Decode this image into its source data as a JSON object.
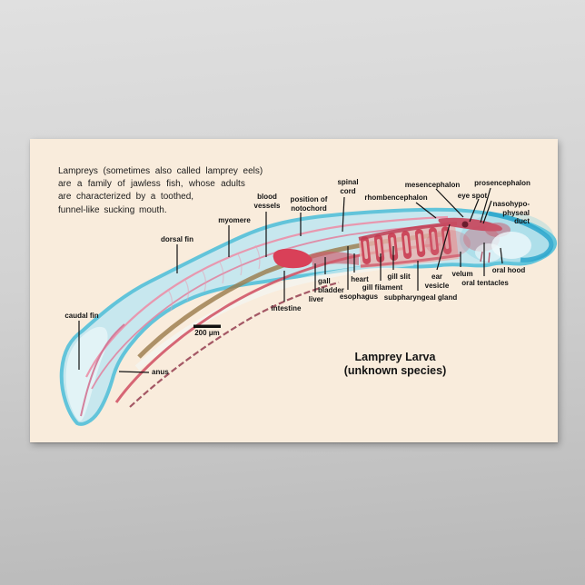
{
  "page": {
    "background_top": "#e0e0e0",
    "background_bottom": "#b8b8b8"
  },
  "poster": {
    "background_color": "#f9ecdc",
    "intro_lines": [
      "Lampreys (sometimes also called lamprey eels)",
      "are a family of jawless fish, whose adults",
      "are characterized by a toothed,",
      "funnel-like sucking mouth."
    ],
    "labels": {
      "spinal_cord": "spinal\ncord",
      "mesencephalon": "mesencephalon",
      "prosencephalon": "prosencephalon",
      "eye_spot": "eye spot",
      "rhombencephalon": "rhombencephalon",
      "nasohypophyseal_duct": "nasohypo-\nphyseal\nduct",
      "blood_vessels": "blood\nvessels",
      "position_of_notochord": "position of\nnotochord",
      "myomere": "myomere",
      "dorsal_fin": "dorsal fin",
      "caudal_fin": "caudal fin",
      "anus": "anus",
      "intestine": "intestine",
      "liver": "liver",
      "gall_bladder": "gall\nbladder",
      "heart": "heart",
      "esophagus": "esophagus",
      "gill_filament": "gill filament",
      "gill_slit": "gill slit",
      "subpharyngeal_gland": "subpharyngeal gland",
      "ear_vesicle": "ear\nvesicle",
      "velum": "velum",
      "oral_tentacles": "oral tentacles",
      "oral_hood": "oral hood"
    },
    "scale_bar_label": "200 μm",
    "title": "Lamprey Larva\n(unknown species)",
    "specimen_colors": {
      "body_cyan": "#c7e7ee",
      "edge_cyan": "#62c4da",
      "stain_red": "#cb4055",
      "notochord_brown": "#9a7a4a",
      "label_color": "#141414"
    }
  }
}
